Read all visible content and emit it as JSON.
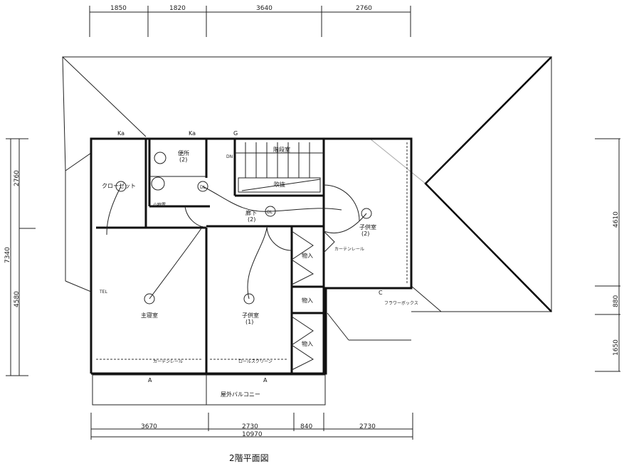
{
  "title": "2階平面図",
  "dimensions": {
    "top": [
      "1850",
      "1820",
      "3640",
      "2760"
    ],
    "left_total": "7340",
    "left": [
      "2760",
      "4580"
    ],
    "right": [
      "4610",
      "880",
      "1650"
    ],
    "bottom": [
      "3670",
      "2730",
      "840",
      "2730"
    ],
    "bottom_total": "10970"
  },
  "rooms": {
    "closet": "クローゼット",
    "master_bedroom": "主寝室",
    "child_room_1": "子供室",
    "child_room_1_num": "(1)",
    "child_room_2": "子供室",
    "child_room_2_num": "(2)",
    "hallway": "廊下",
    "hallway_num": "(2)",
    "stairwell": "階段室",
    "toilet": "便所",
    "toilet_num": "(2)",
    "storage": [
      "物入",
      "物入",
      "物入"
    ],
    "void": "吹抜",
    "balcony": "屋外バルコニー",
    "flower_box": "フラワーボックス",
    "small_storage": "小物置"
  },
  "marks": {
    "dn": "DN",
    "dl": [
      "DL",
      "DL"
    ],
    "ka": [
      "Ka",
      "Ka"
    ],
    "g": "G",
    "window_a": [
      "A",
      "A"
    ],
    "window_c": "C",
    "tel": "TEL",
    "curtain_rails": [
      "カーテンレール",
      "ロールスクリーン",
      "カーテンレール"
    ]
  }
}
